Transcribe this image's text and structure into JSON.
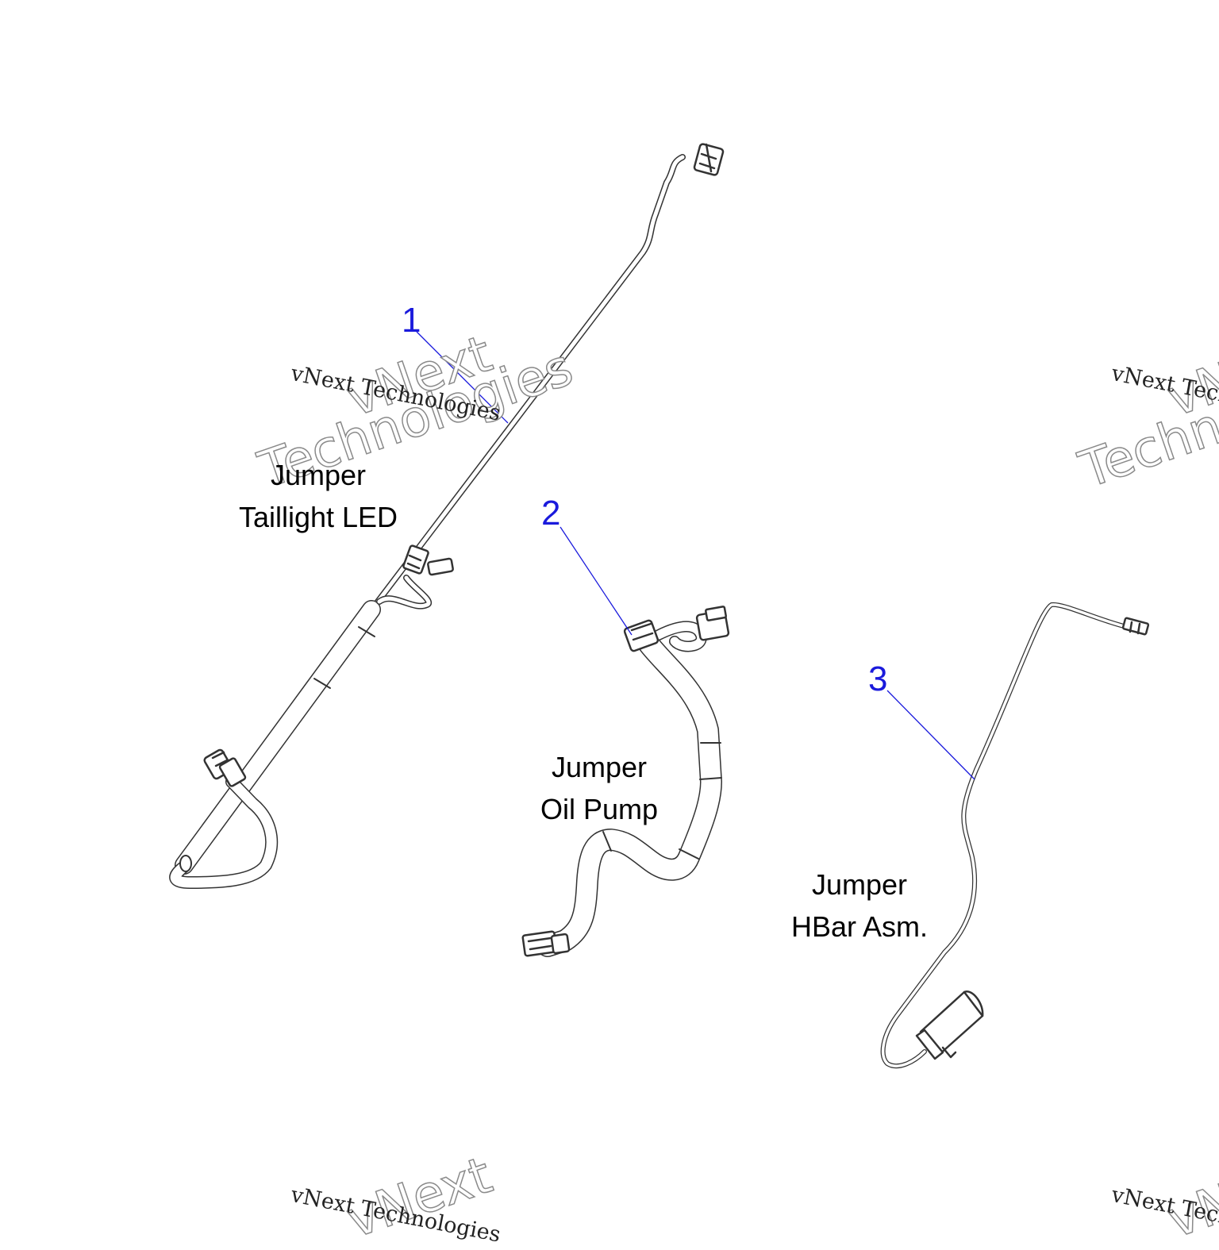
{
  "parts": [
    {
      "number": "1",
      "label_line1": "Jumper",
      "label_line2": "Taillight LED"
    },
    {
      "number": "2",
      "label_line1": "Jumper",
      "label_line2": "Oil Pump"
    },
    {
      "number": "3",
      "label_line1": "Jumper",
      "label_line2": "HBar Asm."
    }
  ],
  "watermark": {
    "small": "vNext Technologies",
    "big_line1": "vNext",
    "big_line2": "Technologies"
  },
  "colors": {
    "callout": "#1a1adc",
    "label": "#000000",
    "line_art": "#333333",
    "background": "#ffffff"
  }
}
